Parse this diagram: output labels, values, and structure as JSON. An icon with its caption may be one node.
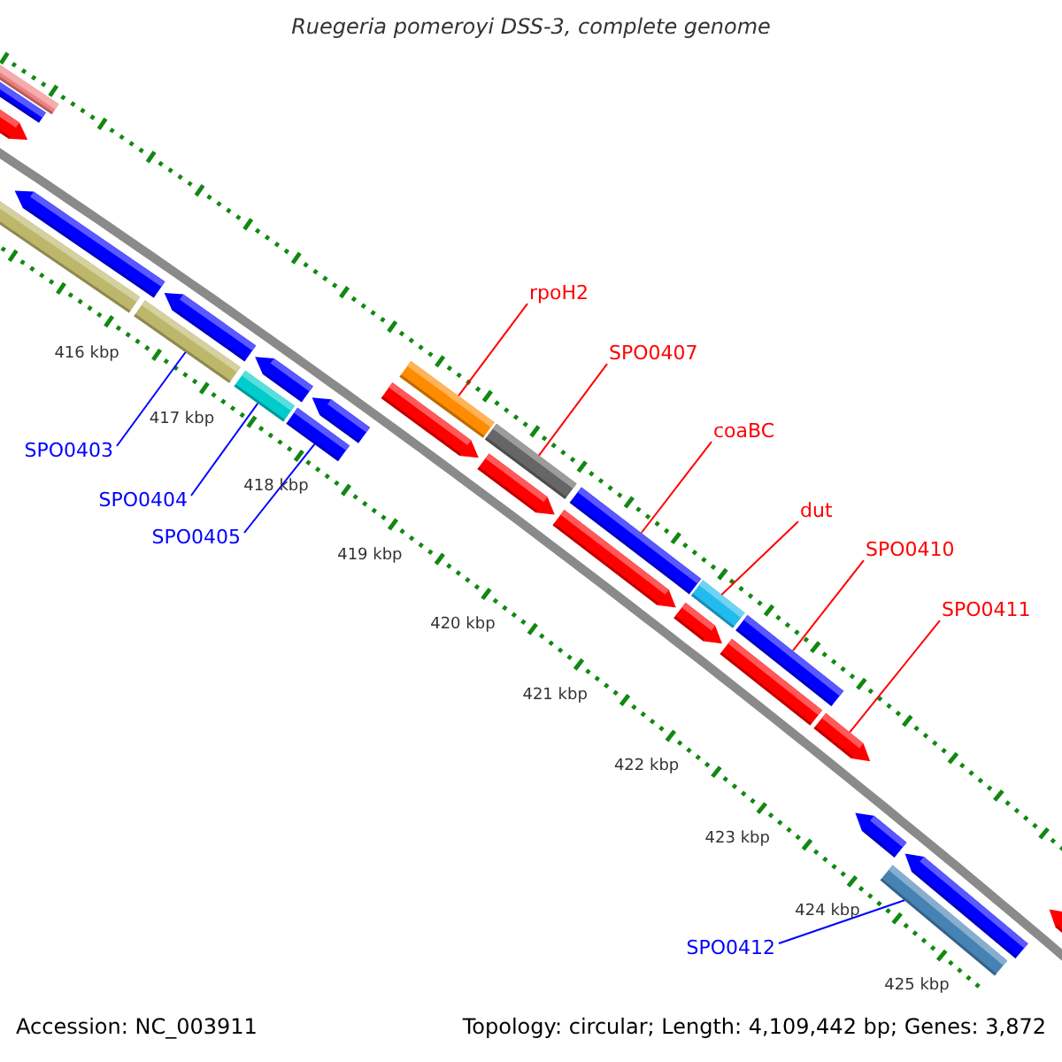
{
  "diagram": {
    "title": "Ruegeria pomeroyi DSS-3, complete genome",
    "nodes": [
      {
        "text": [
          "rpoH2"
        ]
      },
      {
        "text": [
          "SPO0407"
        ]
      },
      {
        "text": [
          "coaBC"
        ]
      },
      {
        "text": [
          "SPO0403"
        ]
      },
      {
        "text": [
          "SPO0404"
        ]
      },
      {
        "text": [
          "dut"
        ]
      },
      {
        "text": [
          "SPO0405"
        ]
      },
      {
        "text": [
          "SPO0410"
        ]
      },
      {
        "text": [
          "SPO0411"
        ]
      },
      {
        "text": [
          "SPO0412"
        ]
      },
      {
        "text": [],
        "shape": "bar"
      },
      {
        "text": [],
        "shape": "bar"
      },
      {
        "text": [],
        "shape": "bar"
      },
      {
        "text": [],
        "shape": "bar"
      },
      {
        "text": [],
        "shape": "bar"
      },
      {
        "text": [],
        "shape": "bar"
      },
      {
        "text": [],
        "shape": "bar"
      },
      {
        "text": [],
        "shape": "bar"
      },
      {
        "text": [],
        "shape": "bar"
      },
      {
        "text": [],
        "shape": "bar"
      },
      {
        "text": [],
        "shape": "bar"
      },
      {
        "text": [],
        "shape": "bar"
      },
      {
        "text": [],
        "shape": "bar"
      },
      {
        "text": [],
        "shape": "bar"
      },
      {
        "text": [],
        "shape": "bar"
      },
      {
        "text": [],
        "shape": "bar"
      },
      {
        "text": [],
        "shape": "bar"
      },
      {
        "text": [],
        "shape": "bar"
      },
      {
        "text": [],
        "shape": "bar"
      },
      {
        "text": [],
        "shape": "bar"
      },
      {
        "text": [],
        "shape": "bar"
      },
      {
        "text": [],
        "shape": "bar"
      },
      {
        "text": [],
        "shape": "bar"
      },
      {
        "text": [],
        "shape": "bar"
      },
      {
        "text": [],
        "shape": "bar"
      },
      {
        "text": [],
        "shape": "bar"
      }
    ],
    "edges": [
      {
        "from": 0,
        "to": 22,
        "arrow": "none"
      },
      {
        "from": 1,
        "to": 23,
        "arrow": "none"
      },
      {
        "from": 2,
        "to": 25,
        "arrow": "none"
      },
      {
        "from": 3,
        "to": 15,
        "arrow": "none",
        "color": "#0000ff"
      },
      {
        "from": 4,
        "to": 17,
        "arrow": "none",
        "color": "#0000ff"
      },
      {
        "from": 5,
        "to": 27,
        "arrow": "none"
      },
      {
        "from": 6,
        "to": 19,
        "arrow": "none",
        "color": "#0000ff"
      },
      {
        "from": 7,
        "to": 29,
        "arrow": "none"
      },
      {
        "from": 8,
        "to": 31,
        "arrow": "none"
      },
      {
        "from": 9,
        "to": 33,
        "arrow": "none",
        "color": "#0000ff"
      }
    ],
    "labels": [
      "416 kbp",
      "417 kbp",
      "418 kbp",
      "419 kbp",
      "420 kbp",
      "421 kbp",
      "422 kbp",
      "423 kbp",
      "424 kbp",
      "425 kbp",
      "Accession: NC_003911",
      "Topology: circular; Length: 4,109,442 bp; Genes: 3,872"
    ]
  }
}
